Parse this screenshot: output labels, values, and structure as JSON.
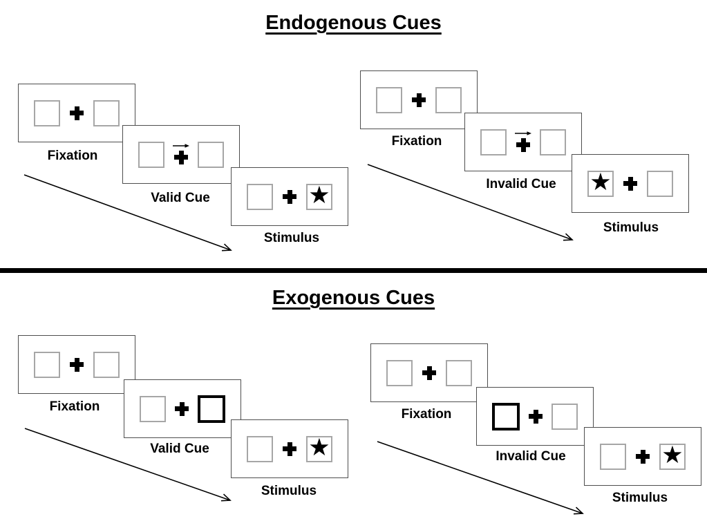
{
  "sections": [
    {
      "title": "Endogenous Cues",
      "sequences": [
        {
          "name": "Valid",
          "panels": [
            {
              "label": "Fixation",
              "type": "fixation"
            },
            {
              "label": "Valid Cue",
              "type": "arrow-cue",
              "arrow_direction": "right"
            },
            {
              "label": "Stimulus",
              "type": "stimulus",
              "star_position": "right"
            }
          ]
        },
        {
          "name": "Invalid",
          "panels": [
            {
              "label": "Fixation",
              "type": "fixation"
            },
            {
              "label": "Invalid Cue",
              "type": "arrow-cue",
              "arrow_direction": "right"
            },
            {
              "label": "Stimulus",
              "type": "stimulus",
              "star_position": "left"
            }
          ]
        }
      ]
    },
    {
      "title": "Exogenous Cues",
      "sequences": [
        {
          "name": "Valid",
          "panels": [
            {
              "label": "Fixation",
              "type": "fixation"
            },
            {
              "label": "Valid Cue",
              "type": "box-cue",
              "highlighted_box": "right"
            },
            {
              "label": "Stimulus",
              "type": "stimulus",
              "star_position": "right"
            }
          ]
        },
        {
          "name": "Invalid",
          "panels": [
            {
              "label": "Fixation",
              "type": "fixation"
            },
            {
              "label": "Invalid Cue",
              "type": "box-cue",
              "highlighted_box": "left"
            },
            {
              "label": "Stimulus",
              "type": "stimulus",
              "star_position": "right"
            }
          ]
        }
      ]
    }
  ],
  "icons": {
    "star": "★",
    "fixation_cross": "+",
    "cue_arrow": "→"
  },
  "colors": {
    "ink": "#000000",
    "panel_border": "#4d4d4d",
    "box_border": "#a6a6a6",
    "background": "#ffffff"
  }
}
